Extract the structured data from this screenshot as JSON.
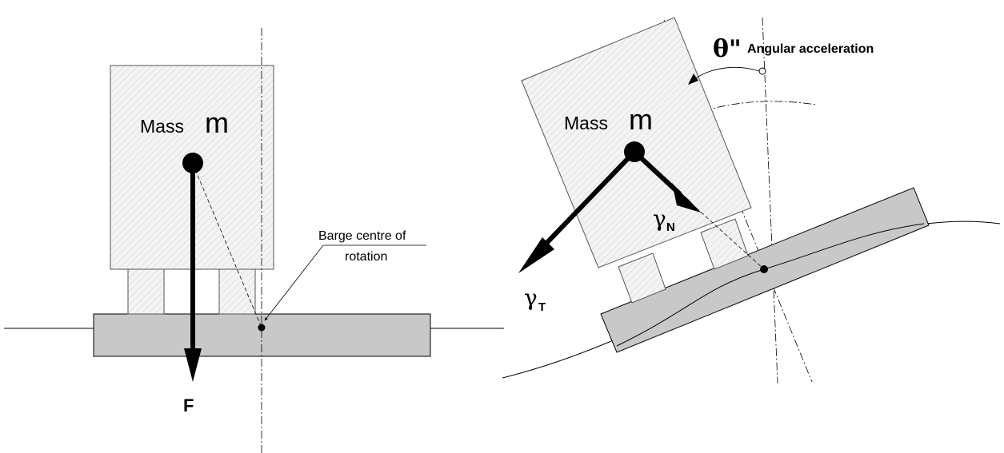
{
  "left_diagram": {
    "mass_label": "Mass",
    "mass_symbol": "m",
    "force_label": "F",
    "rotation_label_line1": "Barge centre of",
    "rotation_label_line2": "rotation"
  },
  "right_diagram": {
    "mass_label": "Mass",
    "mass_symbol": "m",
    "theta_symbol": "θ\"",
    "angular_label": "Angular acceleration",
    "gamma_n_symbol": "γ",
    "gamma_n_sub": "N",
    "gamma_t_symbol": "γ",
    "gamma_t_sub": "T"
  },
  "colors": {
    "barge_fill": "#c8c8c8",
    "block_fill": "#f2f2f2",
    "hatch": "#cfcfcf",
    "ink": "#000000"
  }
}
